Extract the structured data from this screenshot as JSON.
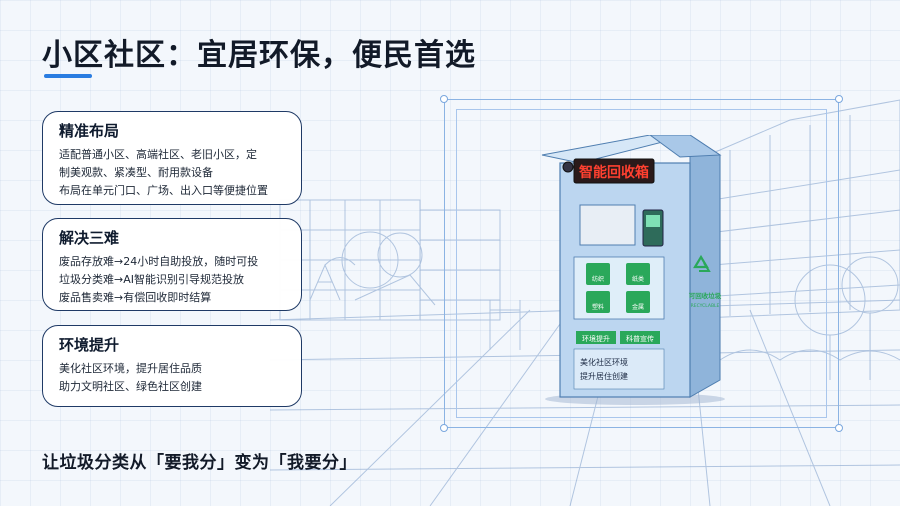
{
  "title": "小区社区：宜居环保，便民首选",
  "cards": [
    {
      "heading": "精准布局",
      "lines": [
        "适配普通小区、高端社区、老旧小区，定",
        "制美观款、紧凑型、耐用款设备",
        "布局在单元门口、广场、出入口等便捷位置"
      ]
    },
    {
      "heading": "解决三难",
      "lines": [
        "废品存放难→24小时自助投放，随时可投",
        "垃圾分类难→AI智能识别引导规范投放",
        "废品售卖难→有偿回收即时结算"
      ]
    },
    {
      "heading": "环境提升",
      "lines": [
        "美化社区环境，提升居住品质",
        "助力文明社区、绿色社区创建"
      ]
    }
  ],
  "slogan": "让垃圾分类从「要我分」变为「我要分」",
  "bin": {
    "display": "智能回收箱",
    "slots": [
      "纺织",
      "纸类",
      "塑料",
      "金属"
    ],
    "label_left": "环境提升",
    "label_right": "科普宣传",
    "recycle_text": "可回收垃圾",
    "recycle_sub": "RECYCLABLE",
    "panel_line1": "美化社区环境",
    "panel_line2": "提升居住创建"
  },
  "colors": {
    "accent": "#2a7de1",
    "bin_body": "#bcd6f0",
    "bin_green": "#2aa85a",
    "display_red": "#e3392c"
  }
}
